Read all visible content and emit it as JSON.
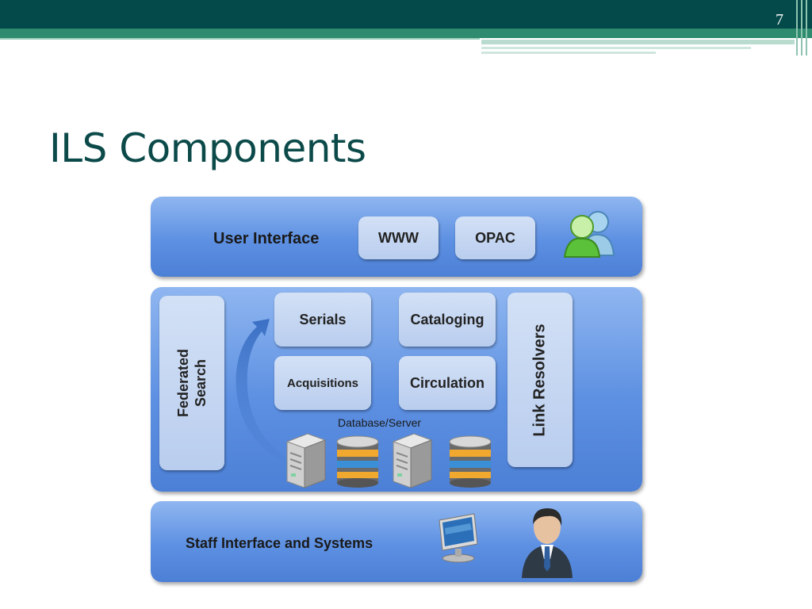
{
  "slide": {
    "number": "7",
    "title": "ILS Components"
  },
  "diagram": {
    "user_interface": {
      "label": "User Interface",
      "items": [
        "WWW",
        "OPAC"
      ],
      "icon": "users-icon"
    },
    "core": {
      "federated_search": "Federated\nSearch",
      "federated_search_line1": "Federated",
      "federated_search_line2": "Search",
      "modules": [
        "Serials",
        "Cataloging",
        "Acquisitions",
        "Circulation"
      ],
      "link_resolvers": "Link Resolvers",
      "database_label": "Database/Server",
      "icons": [
        "server-icon",
        "database-icon",
        "server-icon",
        "database-icon",
        "curved-arrow-icon"
      ]
    },
    "staff": {
      "label": "Staff Interface and Systems",
      "icons": [
        "monitor-icon",
        "businessman-icon"
      ]
    }
  },
  "colors": {
    "header_dark": "#044a4a",
    "header_green": "#2e8b6e",
    "title": "#0c4a4a",
    "panel_blue": "#5d90e2",
    "box_light": "#c8d9f3"
  }
}
